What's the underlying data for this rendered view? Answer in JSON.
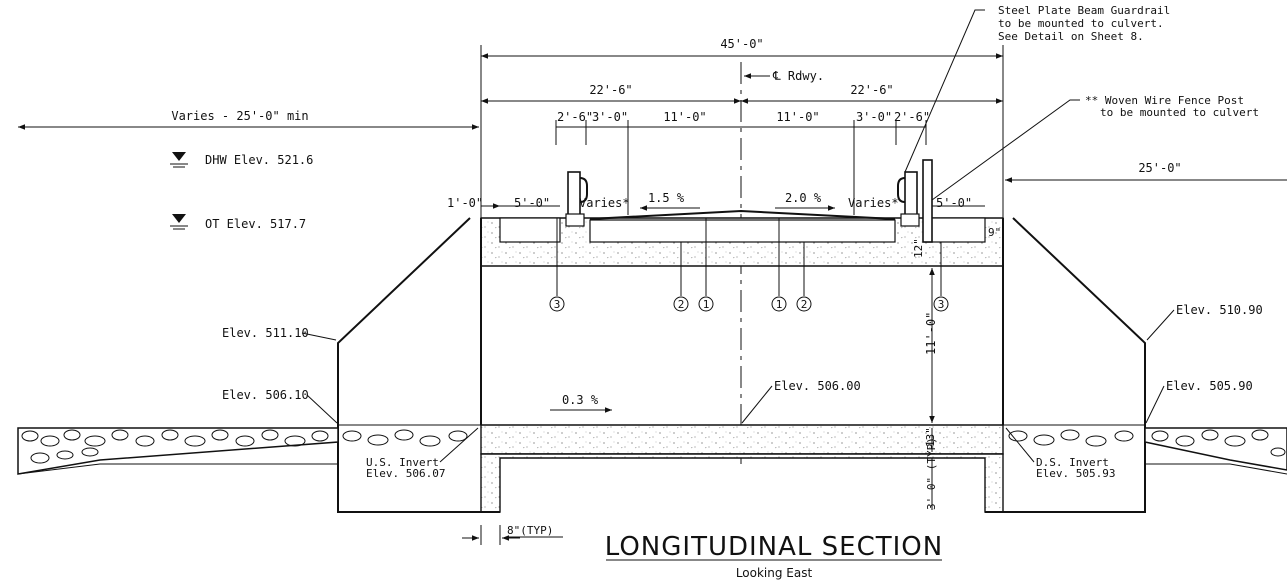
{
  "drawing": {
    "title": "LONGITUDINAL SECTION",
    "subtitle": "Looking East"
  },
  "dimensions": {
    "overall": "45'-0\"",
    "half_left": "22'-6\"",
    "half_right": "22'-6\"",
    "centerline": "℄ Rdwy.",
    "left_varies": "Varies - 25'-0\" min",
    "right_setback": "25'-0\"",
    "shoulder_left": "2'-6\"",
    "curb_left": "3'-0\"",
    "lane_left": "11'-0\"",
    "lane_right": "11'-0\"",
    "curb_right": "3'-0\"",
    "shoulder_right": "2'-6\"",
    "edge_left": "1'-0\"",
    "walk_left": "5'-0\"",
    "walk_right": "5'-0\"",
    "varies_left": "Varies*",
    "varies_right": "Varies*",
    "slope_left": "1.5 %",
    "slope_right": "2.0 %",
    "fill_depth": "9\"",
    "top_slab": "12\"",
    "culvert_height": "11'-0\"",
    "bottom_slab": "13\"",
    "footing": "3'-0\" (TYP)",
    "wall_thickness": "8\"(TYP)",
    "flow_slope": "0.3 %"
  },
  "water_levels": [
    {
      "label": "DHW Elev. 521.6"
    },
    {
      "label": "OT Elev. 517.7"
    }
  ],
  "elevations": {
    "left_top": "Elev. 511.10",
    "left_bottom": "Elev. 506.10",
    "right_top": "Elev. 510.90",
    "right_bottom": "Elev. 505.90",
    "center": "Elev. 506.00",
    "us_invert": "U.S. Invert\nElev. 506.07",
    "ds_invert": "D.S. Invert\nElev. 505.93"
  },
  "callouts": {
    "guardrail": [
      "Steel Plate Beam Guardrail",
      "to be mounted to culvert.",
      "See Detail on Sheet 8."
    ],
    "fence": [
      "** Woven Wire Fence Post",
      "to be mounted to culvert"
    ]
  },
  "markers": [
    "3",
    "2",
    "1",
    "1",
    "2",
    "3"
  ]
}
